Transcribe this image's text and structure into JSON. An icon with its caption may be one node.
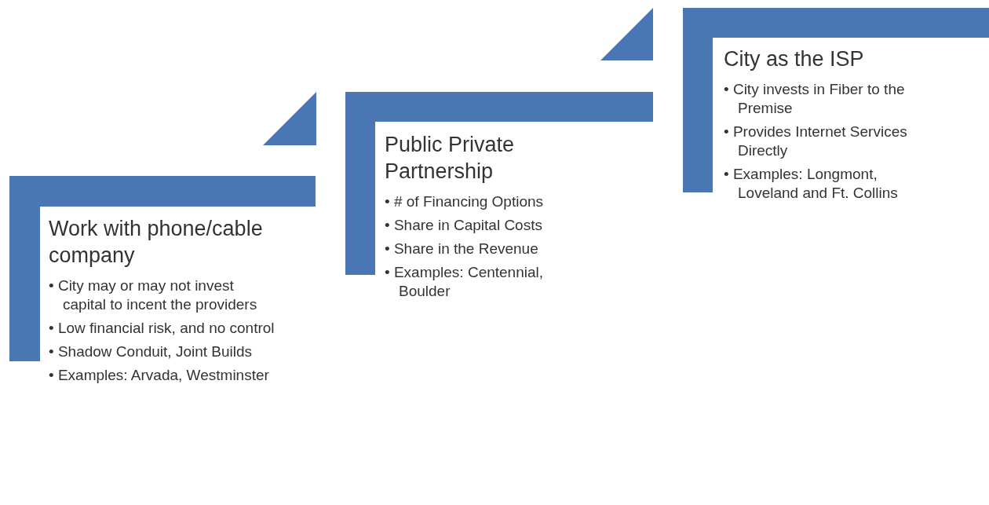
{
  "diagram": {
    "nodes": [
      {
        "text": [
          "Work with phone/cable company",
          "• City may or may not invest capital to incent the providers",
          "• Low financial risk, and no control",
          "• Shadow Conduit, Joint Builds",
          "• Examples: Arvada, Westminster"
        ]
      },
      {
        "text": [
          "Public Private Partnership",
          "• # of Financing Options",
          "• Share in Capital Costs",
          "• Share in the Revenue",
          "• Examples: Centennial, Boulder"
        ]
      },
      {
        "text": [
          "City as the ISP",
          "• City invests in Fiber to the Premise",
          "• Provides Internet Services Directly",
          "• Examples: Longmont, Loveland and Ft. Collins"
        ]
      }
    ],
    "edges": []
  }
}
